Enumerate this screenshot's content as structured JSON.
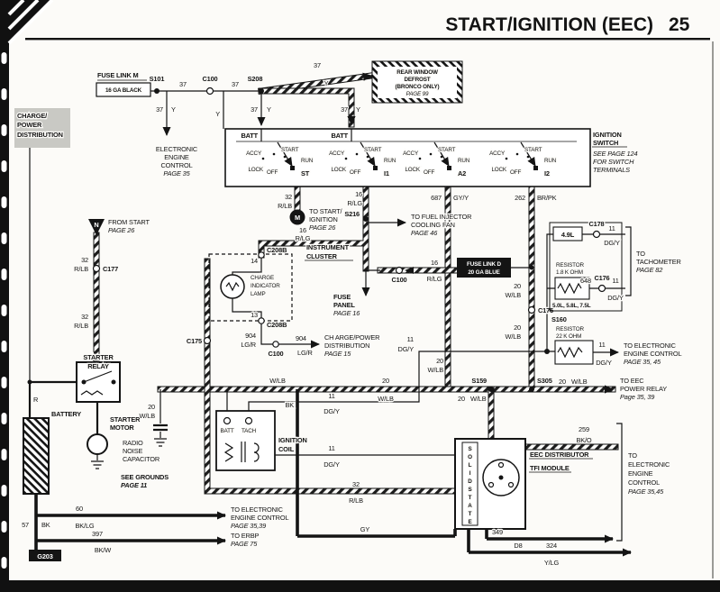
{
  "header": {
    "title": "START/IGNITION (EEC)",
    "page_number": "25"
  },
  "corner_tab": {
    "line1": "CHARGE/",
    "line2": "POWER",
    "line3": "DISTRIBUTION"
  },
  "fuse_link_m": {
    "label": "FUSE LINK M",
    "gauge": "16 GA BLACK"
  },
  "conn": {
    "c100": "C100",
    "c175": "C175",
    "c176": "C176",
    "c177": "C177",
    "c178": "C178",
    "c208b": "C208B",
    "g203": "G203"
  },
  "spl": {
    "s101": "S101",
    "s208": "S208",
    "s216": "S216",
    "s305": "S305",
    "s159": "S159",
    "s160": "S160"
  },
  "w": {
    "n37": "37",
    "y": "Y",
    "n32": "32",
    "rlb": "R/LB",
    "n16": "16",
    "rlg": "R/LG",
    "n687": "687",
    "gyy": "GY/Y",
    "n262": "262",
    "brpk": "BR/PK",
    "n904": "904",
    "lgr": "LG/R",
    "n20": "20",
    "wlb": "W/LB",
    "n11": "11",
    "dgy": "DG/Y",
    "n648": "648",
    "n259": "259",
    "bko": "BK/O",
    "n349": "349",
    "d8": "D8",
    "n324": "324",
    "ylg": "Y/LG",
    "gy": "GY",
    "bk": "BK",
    "n57": "57",
    "n60": "60",
    "bklg": "BK/LG",
    "n397": "397",
    "bkw": "BK/W",
    "r": "R",
    "n14": "14",
    "n13": "13"
  },
  "sw": {
    "batt": "BATT",
    "accy": "ACCY",
    "start": "START",
    "run": "RUN",
    "lock": "LOCK",
    "off": "OFF",
    "terminals": [
      "ST",
      "I1",
      "A2",
      "I2"
    ],
    "name1": "IGNITION",
    "name2": "SWITCH",
    "note1": "SEE PAGE 124",
    "note2": "FOR SWITCH",
    "note3": "TERMINALS"
  },
  "dest": {
    "defrost": [
      "REAR WINDOW",
      "DEFROST",
      "(BRONCO ONLY)",
      "PAGE 99"
    ],
    "eec_top": [
      "ELECTRONIC",
      "ENGINE",
      "CONTROL",
      "PAGE 35"
    ],
    "to_start": [
      "TO START/",
      "IGNITION",
      "PAGE 26"
    ],
    "from_start": [
      "FROM START",
      "PAGE 26"
    ],
    "fuel_injector": [
      "TO FUEL INJECTOR",
      "COOLING FAN",
      "PAGE 46"
    ],
    "charge_power": [
      "CH ARGE/POWER",
      "DISTRIBUTION",
      "PAGE 15"
    ],
    "fuse_panel": [
      "FUSE",
      "PANEL",
      "PAGE 16"
    ],
    "tachometer": [
      "TO",
      "TACHOMETER",
      "PAGE 82"
    ],
    "eec_right": [
      "TO ELECTRONIC",
      "ENGINE CONTROL",
      "PAGE 35, 45"
    ],
    "eec_relay": [
      "TO EEC",
      "POWER RELAY",
      "Page 35, 39"
    ],
    "eec_bottom": [
      "TO",
      "ELECTRONIC",
      "ENGINE",
      "CONTROL",
      "PAGE 35,45"
    ],
    "eec_lower_left": [
      "TO ELECTRONIC",
      "ENGINE CONTROL",
      "PAGE 35,39"
    ],
    "erbp": [
      "TO ERBP",
      "PAGE 75"
    ],
    "see_grounds": [
      "SEE GROUNDS",
      "PAGE 11"
    ]
  },
  "comp": {
    "instrument_cluster": [
      "INSTRUMENT",
      "CLUSTER"
    ],
    "charge_lamp": [
      "CHARGE",
      "INDICATOR",
      "LAMP"
    ],
    "fuse_link_d": [
      "FUSE LINK D",
      "20 GA BLUE"
    ],
    "resistor_18": [
      "RESISTOR",
      "1.8 K OHM"
    ],
    "resistor_22": [
      "RESISTOR",
      "22 K OHM"
    ],
    "engine_49": "4.9L",
    "engine_other": "5.0L, 5.8L, 7.5L",
    "starter_relay": [
      "STARTER",
      "RELAY"
    ],
    "battery": "BATTERY",
    "starter_motor": [
      "STARTER",
      "MOTOR"
    ],
    "radio_capacitor": [
      "RADIO",
      "NOISE",
      "CAPACITOR"
    ],
    "ignition_coil": [
      "IGNITION",
      "COIL"
    ],
    "coil_batt": "BATT",
    "coil_tach": "TACH",
    "distributor_name": "EEC DISTRIBUTOR",
    "distributor_module": "TFI MODULE",
    "solid_state": "SOLID STATE",
    "m_flag": "M",
    "n_flag": "N"
  }
}
